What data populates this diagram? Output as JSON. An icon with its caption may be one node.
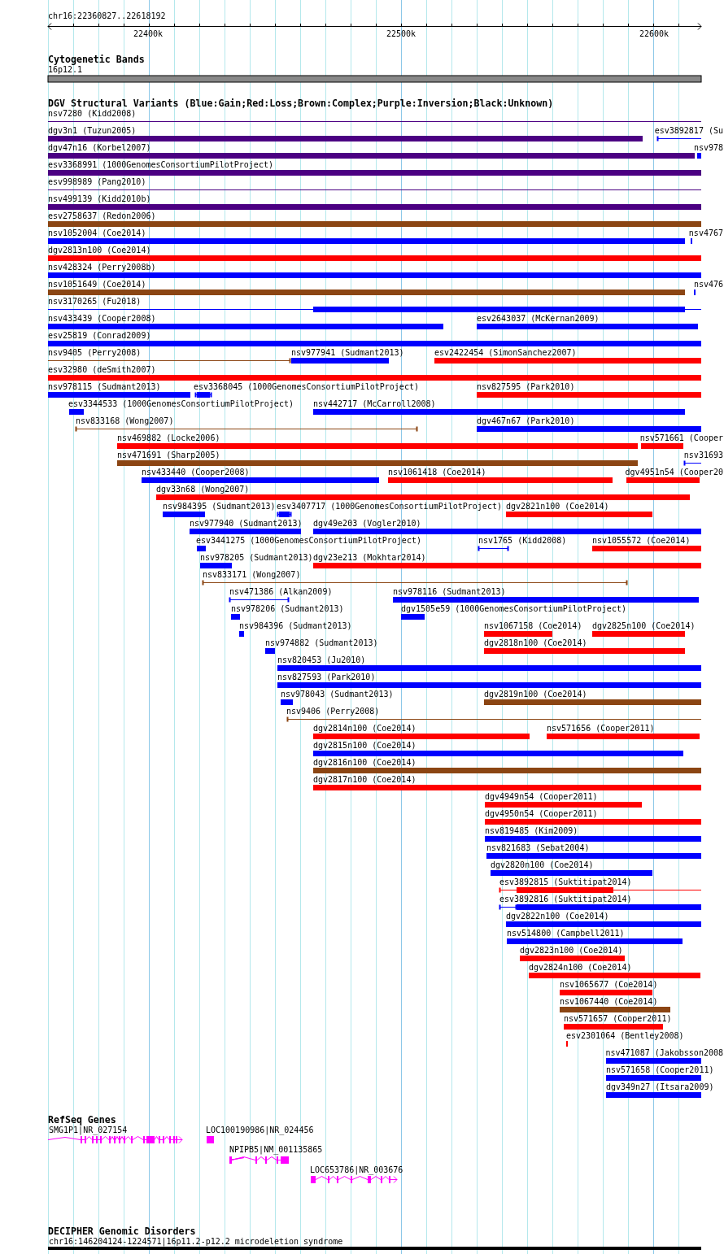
{
  "diagram": {
    "labels": [
      "chr16:22360827..22618192",
      "22400k",
      "22500k",
      "22600k",
      "Cytogenetic Bands",
      "16p12.1",
      "DGV Structural Variants (Blue:Gain;Red:Loss;Brown:Complex;Purple:Inversion;Black:Unknown)",
      "nsv7280 (Kidd2008)",
      "dgv3n1 (Tuzun2005)",
      "esv3892817 (Su",
      "dgv47n16 (Korbel2007)",
      "nsv978",
      "esv3368991 (1000GenomesConsortiumPilotProject)",
      "esv998989 (Pang2010)",
      "nsv499139 (Kidd2010b)",
      "esv2758637 (Redon2006)",
      "nsv1052004 (Coe2014)",
      "nsv4767",
      "dgv2813n100 (Coe2014)",
      "nsv428324 (Perry2008b)",
      "nsv1051649 (Coe2014)",
      "nsv476",
      "nsv3170265 (Fu2018)",
      "nsv433439 (Cooper2008)",
      "esv2643037 (McKernan2009)",
      "esv25819 (Conrad2009)",
      "nsv9405 (Perry2008)",
      "nsv977941 (Sudmant2013)",
      "esv2422454 (SimonSanchez2007)",
      "esv32980 (deSmith2007)",
      "nsv978115 (Sudmant2013)",
      "esv3368045 (1000GenomesConsortiumPilotProject)",
      "nsv827595 (Park2010)",
      "esv3344533 (1000GenomesConsortiumPilotProject)",
      "nsv442717 (McCarroll2008)",
      "nsv833168 (Wong2007)",
      "dgv467n67 (Park2010)",
      "nsv469882 (Locke2006)",
      "nsv571661 (Cooper",
      "nsv471691 (Sharp2005)",
      "nsv31693",
      "nsv433440 (Cooper2008)",
      "nsv1061418 (Coe2014)",
      "dgv4951n54 (Cooper20",
      "dgv33n68 (Wong2007)",
      "nsv984395 (Sudmant2013)",
      "esv3407717 (1000GenomesConsortiumPilotProject)",
      "dgv2821n100 (Coe2014)",
      "nsv977940 (Sudmant2013)",
      "dgv49e203 (Vogler2010)",
      "esv3441275 (1000GenomesConsortiumPilotProject)",
      "nsv1765 (Kidd2008)",
      "nsv1055572 (Coe2014)",
      "nsv978205 (Sudmant2013)",
      "dgv23e213 (Mokhtar2014)",
      "nsv833171 (Wong2007)",
      "nsv471386 (Alkan2009)",
      "nsv978116 (Sudmant2013)",
      "nsv978206 (Sudmant2013)",
      "dgv1505e59 (1000GenomesConsortiumPilotProject)",
      "nsv984396 (Sudmant2013)",
      "nsv1067158 (Coe2014)",
      "dgv2825n100 (Coe2014)",
      "nsv974882 (Sudmant2013)",
      "dgv2818n100 (Coe2014)",
      "nsv820453 (Ju2010)",
      "nsv827593 (Park2010)",
      "nsv978043 (Sudmant2013)",
      "dgv2819n100 (Coe2014)",
      "nsv9406 (Perry2008)",
      "dgv2814n100 (Coe2014)",
      "nsv571656 (Cooper2011)",
      "dgv2815n100 (Coe2014)",
      "dgv2816n100 (Coe2014)",
      "dgv2817n100 (Coe2014)",
      "dgv4949n54 (Cooper2011)",
      "dgv4950n54 (Cooper2011)",
      "nsv819485 (Kim2009)",
      "nsv821683 (Sebat2004)",
      "dgv2820n100 (Coe2014)",
      "esv3892815 (Suktitipat2014)",
      "esv3892816 (Suktitipat2014)",
      "dgv2822n100 (Coe2014)",
      "nsv514800 (Campbell2011)",
      "dgv2823n100 (Coe2014)",
      "dgv2824n100 (Coe2014)",
      "nsv1065677 (Coe2014)",
      "nsv1067440 (Coe2014)",
      "nsv571657 (Cooper2011)",
      "esv2301064 (Bentley2008)",
      "nsv471087 (Jakobsson2008",
      "nsv571658 (Cooper2011)",
      "dgv349n27 (Itsara2009)",
      "RefSeq Genes",
      "SMG1P1|NR_027154",
      "LOC100190986|NR_024456",
      "NPIPB5|NM_001135865",
      "LOC653786|NR_003676",
      "DECIPHER Genomic Disorders",
      "chr16:146204124-1224571|16p11.2-p12.2 microdeletion syndrome"
    ]
  }
}
